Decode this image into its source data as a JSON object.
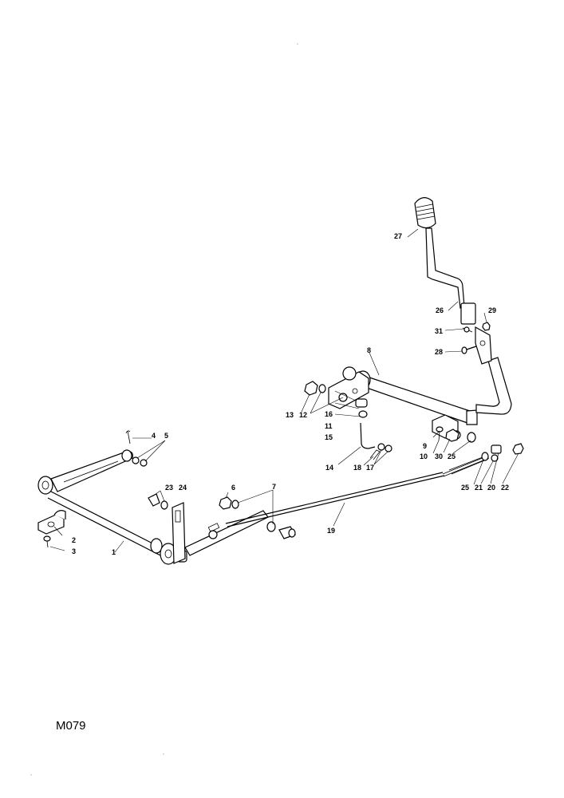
{
  "drawing_code": "M079",
  "callouts": [
    {
      "id": "c1",
      "text": "1"
    },
    {
      "id": "c2",
      "text": "2"
    },
    {
      "id": "c3",
      "text": "3"
    },
    {
      "id": "c4",
      "text": "4"
    },
    {
      "id": "c5",
      "text": "5"
    },
    {
      "id": "c6",
      "text": "6"
    },
    {
      "id": "c7",
      "text": "7"
    },
    {
      "id": "c8",
      "text": "8"
    },
    {
      "id": "c9",
      "text": "9"
    },
    {
      "id": "c10",
      "text": "10"
    },
    {
      "id": "c11",
      "text": "11"
    },
    {
      "id": "c12",
      "text": "12"
    },
    {
      "id": "c13",
      "text": "13"
    },
    {
      "id": "c14",
      "text": "14"
    },
    {
      "id": "c15",
      "text": "15"
    },
    {
      "id": "c16",
      "text": "16"
    },
    {
      "id": "c17",
      "text": "17"
    },
    {
      "id": "c18",
      "text": "18"
    },
    {
      "id": "c19",
      "text": "19"
    },
    {
      "id": "c20",
      "text": "20"
    },
    {
      "id": "c21",
      "text": "21"
    },
    {
      "id": "c22",
      "text": "22"
    },
    {
      "id": "c23",
      "text": "23"
    },
    {
      "id": "c24",
      "text": "24"
    },
    {
      "id": "c25a",
      "text": "25"
    },
    {
      "id": "c25b",
      "text": "25"
    },
    {
      "id": "c26",
      "text": "26"
    },
    {
      "id": "c27",
      "text": "27"
    },
    {
      "id": "c28",
      "text": "28"
    },
    {
      "id": "c29",
      "text": "29"
    },
    {
      "id": "c30",
      "text": "30"
    },
    {
      "id": "c31",
      "text": "31"
    }
  ]
}
